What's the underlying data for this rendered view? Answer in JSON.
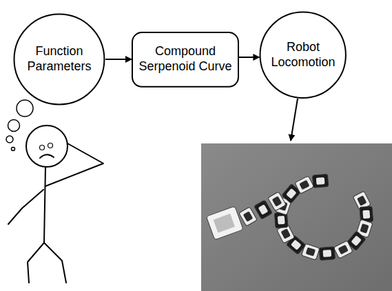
{
  "diagram": {
    "nodes": [
      {
        "text": [
          "Function Parameters"
        ]
      },
      {
        "text": [
          "Compound Serpenoid Curve"
        ]
      },
      {
        "text": [
          "Robot Locomotion"
        ]
      }
    ],
    "edges": [
      {
        "from": 0,
        "to": 1,
        "arrow": "to"
      },
      {
        "from": 1,
        "to": 2,
        "arrow": "to"
      }
    ]
  }
}
